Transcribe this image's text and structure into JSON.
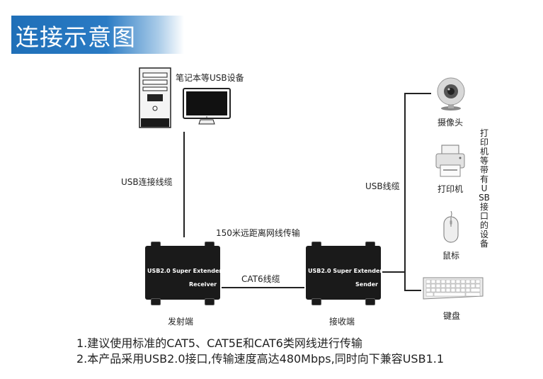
{
  "title": "连接示意图",
  "labels": {
    "pc": "笔记本等USB设备",
    "usb_cable_left": "USB连接线缆",
    "usb_cable_right": "USB线缆",
    "distance": "150米远距离网线传输",
    "cat6": "CAT6线缆",
    "transmit_end": "发射端",
    "receive_end": "接收端",
    "camera": "摄像头",
    "printer": "打印机",
    "mouse": "鼠标",
    "keyboard": "键盘",
    "vertical_note": "打印机等带有USB接口的设备"
  },
  "devices": {
    "receiver": {
      "line1": "USB2.0 Super Extender",
      "line2": "Receiver"
    },
    "sender": {
      "line1": "USB2.0 Super Extender",
      "line2": "Sender"
    }
  },
  "notes": [
    "1.建议使用标准的CAT5、CAT5E和CAT6类网线进行传输",
    "2.本产品采用USB2.0接口,传输速度高达480Mbps,同时向下兼容USB1.1"
  ]
}
